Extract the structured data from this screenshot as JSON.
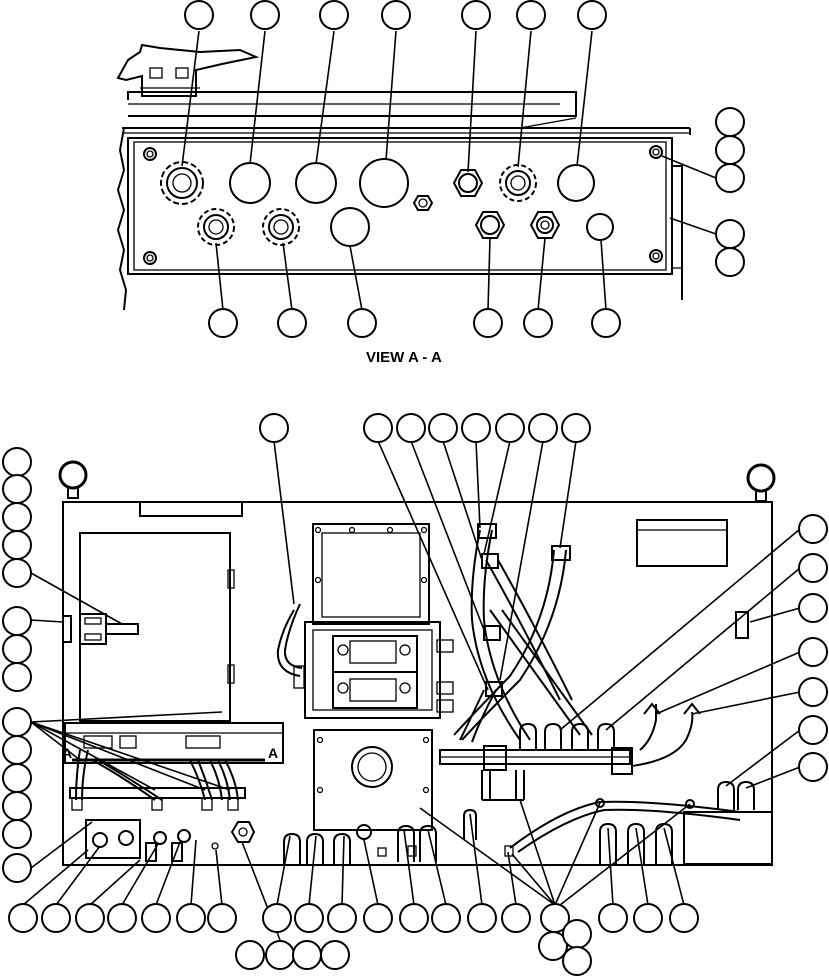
{
  "view_caption": "VIEW A - A",
  "section_marker_left": "A",
  "section_marker_right": "A",
  "colors": {
    "line": "#000000",
    "background": "#ffffff"
  }
}
